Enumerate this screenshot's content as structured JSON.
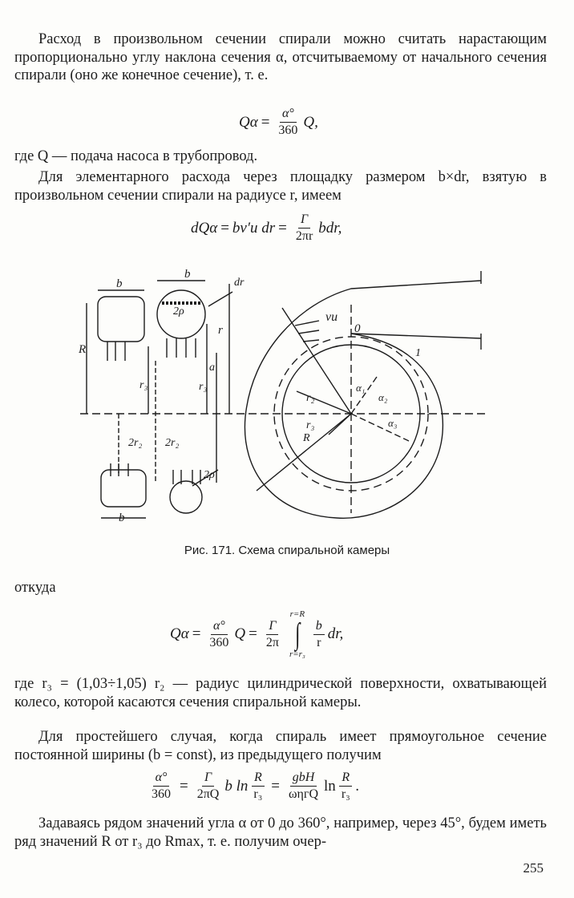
{
  "paragraphs": {
    "p1": "Расход в произвольном сечении спирали можно считать нарастающим пропорционально углу наклона сечения α, отсчитываемому от начального сечения спирали (оно же конечное сечение), т. е.",
    "p2": "где Q — подача насоса в трубопровод.",
    "p3": "Для элементарного расхода через площадку размером b×dr, взятую в произвольном сечении спирали на радиусе r, имеем",
    "p4": "откуда",
    "p5": "где r₃ = (1,03÷1,05) r₂ — радиус цилиндрической поверхности, охватывающей колесо, которой касаются сечения спиральной камеры.",
    "p6": "Для простейшего случая, когда спираль имеет прямоугольное сечение постоянной ширины (b = const), из предыдущего получим",
    "p7": "Задаваясь рядом значений угла α от 0 до 360°, например, через 45°, будем иметь ряд значений R от r₃ до Rmax, т. е. получим очер-"
  },
  "formulas": {
    "f1": {
      "lhs": "Qα",
      "num": "α°",
      "den": "360",
      "rhs": "Q,"
    },
    "f2": {
      "lhs": "dQα",
      "mid": "bv′u dr",
      "num": "Г",
      "den": "2πr",
      "rhs": "bdr,"
    },
    "f3": {
      "lhs": "Qα",
      "num1": "α°",
      "den1": "360",
      "q": "Q",
      "num2": "Г",
      "den2": "2π",
      "upper": "r=R",
      "lower": "r=r₃",
      "num3": "b",
      "den3": "r",
      "tail": "dr,"
    },
    "f4": {
      "num1": "α°",
      "den1": "360",
      "num2": "Г",
      "den2": "2πQ",
      "mid": "b ln",
      "num3": "R",
      "den3": "r₃",
      "num4": "gbH",
      "den4": "ωηгQ",
      "ln": "ln",
      "num5": "R",
      "den5": "r₃",
      "end": "."
    }
  },
  "figure": {
    "caption": "Рис. 171. Схема спиральной камеры",
    "labels": {
      "b": "b",
      "dr": "dr",
      "two_rho": "2ρ",
      "R": "R",
      "r": "r",
      "r3": "r₃",
      "a": "a",
      "two_r2": "2r₂",
      "vu": "vu",
      "zero": "0",
      "one": "1",
      "r2": "r₂",
      "alpha1": "α₁",
      "alpha2": "α₂",
      "alpha3": "α₃"
    }
  },
  "page_number": "255"
}
